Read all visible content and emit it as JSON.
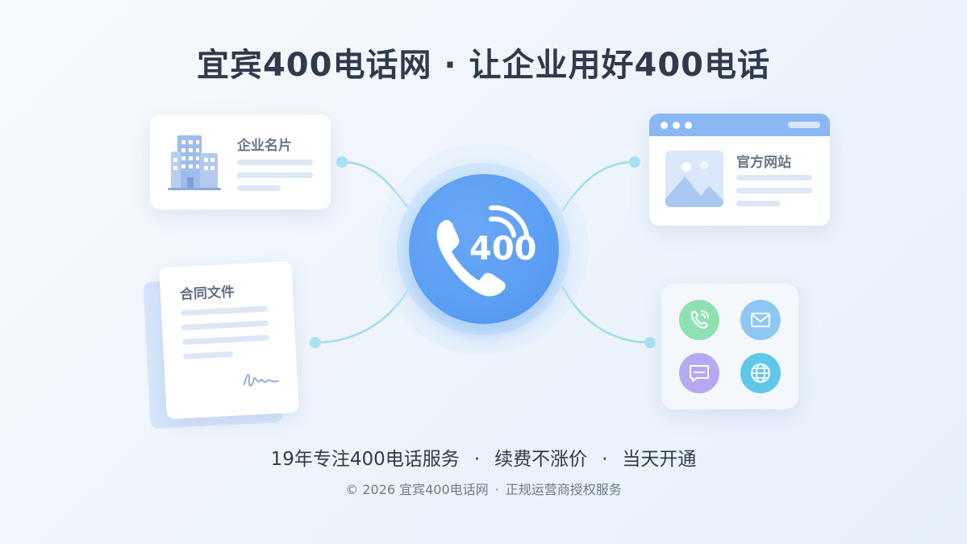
{
  "header": {
    "title": "宜宾400电话网 · 让企业用好400电话"
  },
  "hub": {
    "number": "400",
    "icon": "phone-icon"
  },
  "cards": {
    "business_card": {
      "label": "企业名片",
      "icon": "building-icon"
    },
    "website": {
      "label": "官方网站",
      "icon": "image-placeholder-icon"
    },
    "contract": {
      "label": "合同文件",
      "icon": "signature-icon"
    },
    "channels": {
      "icons": [
        "phone-icon",
        "mail-icon",
        "chat-icon",
        "globe-icon"
      ]
    }
  },
  "tagline": {
    "items": [
      "19年专注400电话服务",
      "续费不涨价",
      "当天开通"
    ],
    "separator": "·"
  },
  "footer": {
    "copyright": "© 2026 宜宾400电话网",
    "separator": "·",
    "note": "正规运营商授权服务"
  },
  "colors": {
    "accent": "#5b9ef3",
    "title": "#2f3a4c",
    "connector": "#8fd3ee",
    "phone_green": "#8ee0b5",
    "mail_blue": "#8fc7f3",
    "chat_purple": "#b7a8f3",
    "globe_cyan": "#5fc7ea"
  }
}
